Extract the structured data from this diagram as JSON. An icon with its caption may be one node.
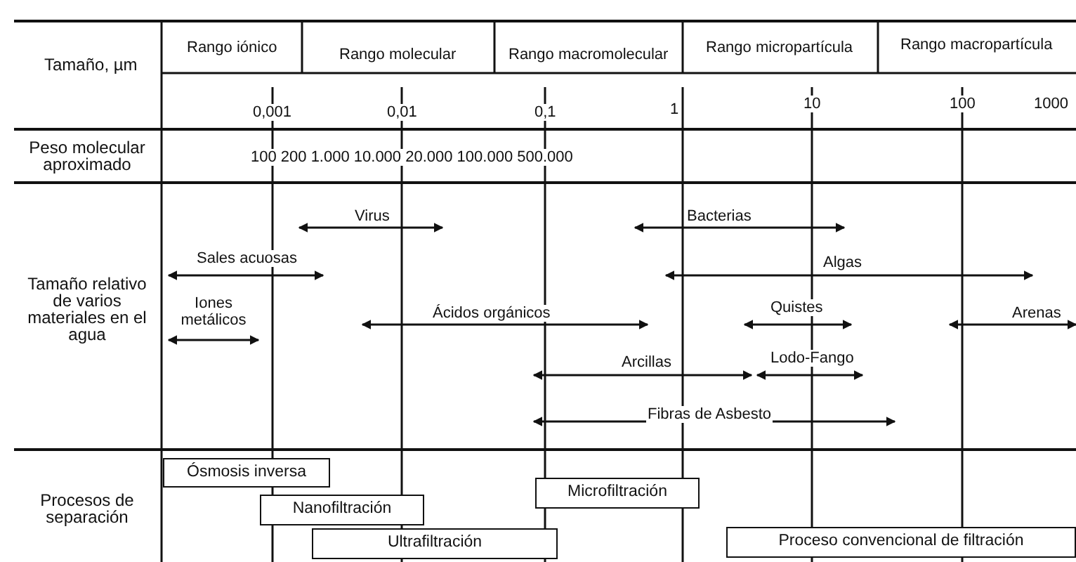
{
  "diagram": {
    "nodes": [
      {
        "text": [
          "Ósmosis inversa"
        ]
      },
      {
        "text": [
          "Nanofiltración"
        ]
      },
      {
        "text": [
          "Microfiltración"
        ]
      },
      {
        "text": [
          "Ultrafiltración"
        ]
      },
      {
        "text": [
          "Proceso convencional de filtración"
        ]
      }
    ],
    "edges": [],
    "labels": [
      "Tamaño, µm",
      "Rango iónico",
      "Rango molecular",
      "Rango macromolecular",
      "Rango micropartícula",
      "Rango macropartícula",
      "0,001",
      "0,01",
      "0,1",
      "1",
      "10",
      "100",
      "1000",
      "Peso molecular aproximado",
      "100 200 1.000 10.000 20.000 100.000 500.000",
      "Tamaño relativo de varios materiales en el agua",
      "Virus",
      "Sales acuosas",
      "Bacterias",
      "Algas",
      "Iones metálicos",
      "Ácidos orgánicos",
      "Quistes",
      "Arenas",
      "Arcillas",
      "Lodo-Fango",
      "Fibras de Asbesto",
      "Procesos de separación"
    ]
  }
}
